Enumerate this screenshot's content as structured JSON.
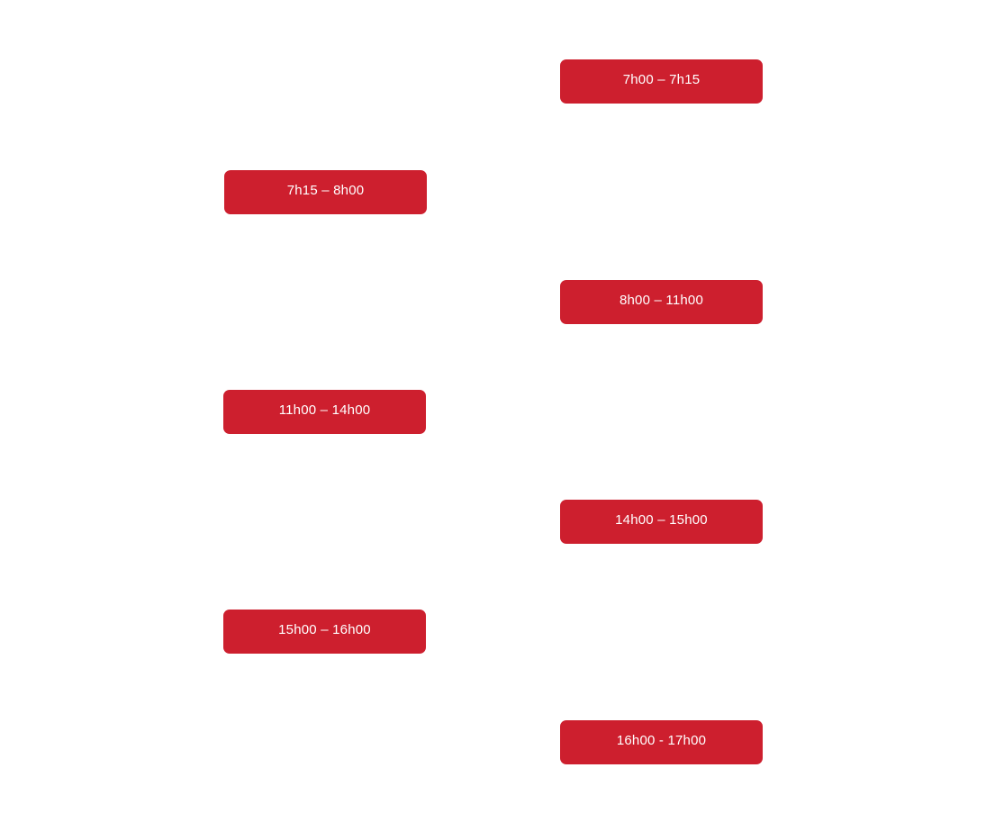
{
  "schedule": {
    "accent_color": "#cd1f2e",
    "slots": [
      {
        "label": "7h00 – 7h15"
      },
      {
        "label": "7h15 – 8h00"
      },
      {
        "label": "8h00 – 11h00"
      },
      {
        "label": "11h00 – 14h00"
      },
      {
        "label": "14h00 – 15h00"
      },
      {
        "label": "15h00 – 16h00"
      },
      {
        "label": "16h00 - 17h00"
      }
    ]
  }
}
